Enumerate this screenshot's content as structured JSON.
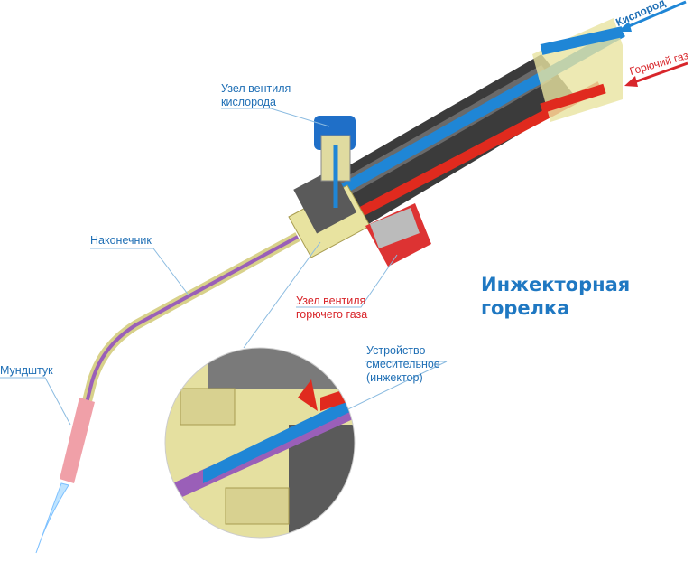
{
  "title_line1": "Инжекторная",
  "title_line2": "горелка",
  "labels": {
    "oxygen": "Кислород",
    "fuel_gas": "Горючий газ",
    "oxygen_valve_1": "Узел вентиля",
    "oxygen_valve_2": "кислорода",
    "tip": "Наконечник",
    "nozzle": "Мундштук",
    "fuel_valve_1": "Узел вентиля",
    "fuel_valve_2": "горючего газа",
    "injector_1": "Устройство",
    "injector_2": "смесительное",
    "injector_3": "(инжектор)"
  },
  "colors": {
    "oxygen": "#1f86d6",
    "fuel": "#e02a1e",
    "brass": "#e8e3a0",
    "body": "#3a3a3a",
    "mix": "#9a5fb8",
    "text_blue": "#1f6fb5",
    "text_red": "#d8262b"
  }
}
